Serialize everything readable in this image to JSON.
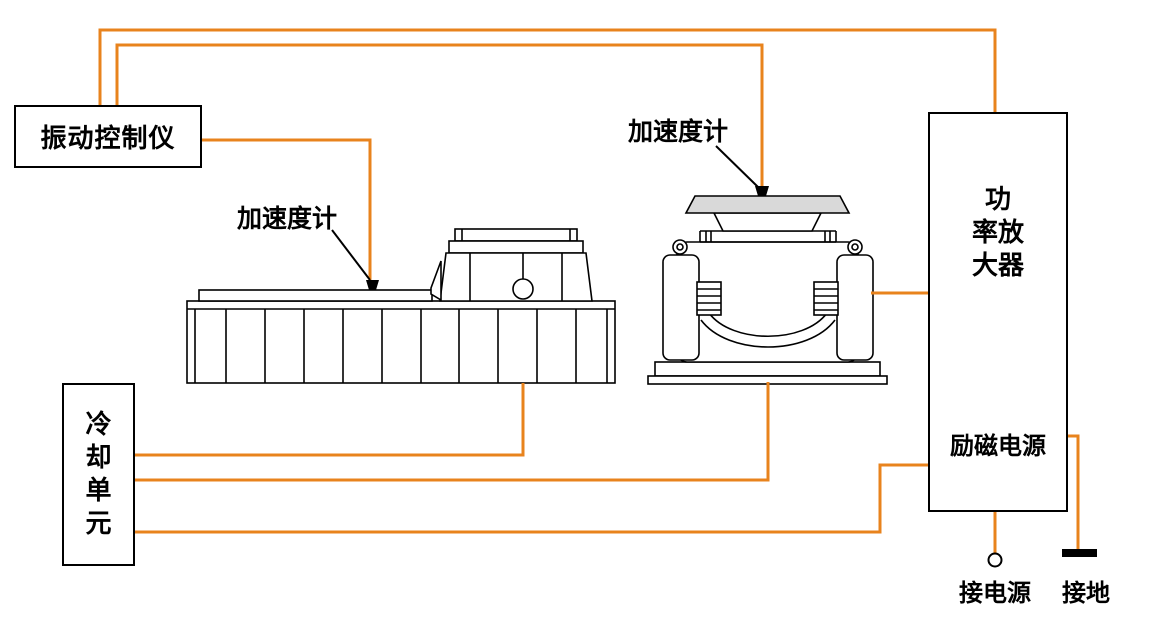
{
  "diagram": {
    "boxes": {
      "vibration_controller": {
        "label": "振动控制仪"
      },
      "power_amplifier": {
        "label": "功率放大器",
        "label_lines": [
          "功",
          "率放",
          "大器"
        ],
        "sub_label": "励磁电源"
      },
      "cooling_unit": {
        "label": "冷却单元"
      }
    },
    "labels": {
      "accelerometer_left": "加速度计",
      "accelerometer_right": "加速度计",
      "power_connection": "接电源",
      "ground": "接地"
    },
    "colors": {
      "wire": "#e8831d",
      "outline": "#000000",
      "plate_fill": "#d9d9d9"
    }
  }
}
